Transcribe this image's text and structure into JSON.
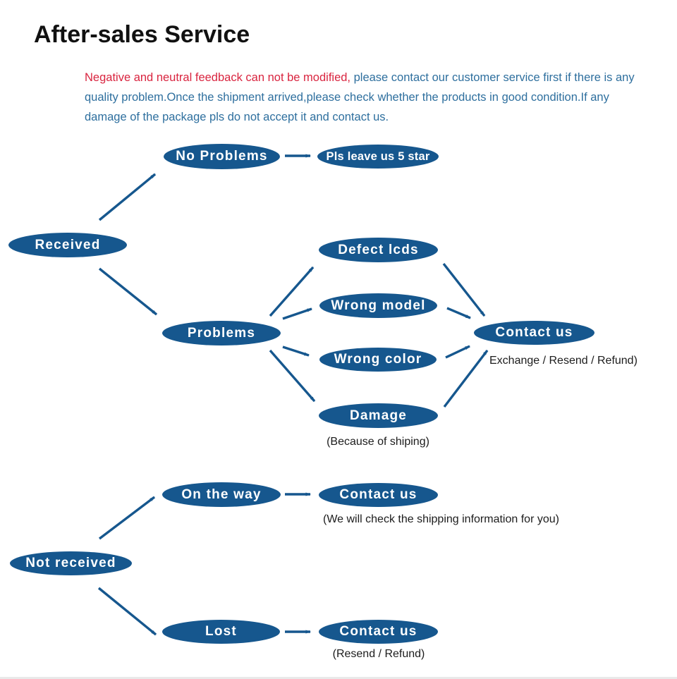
{
  "title": "After-sales Service",
  "notice": {
    "highlight": "Negative and neutral feedback can not be modified,",
    "rest": " please contact our customer service first if there is any quality problem.Once the shipment arrived,please check whether the products in good condition.If any damage of the package pls do not accept it and contact us."
  },
  "colors": {
    "node_fill": "#16578E",
    "arrow": "#16578E",
    "notice_highlight": "#D9243F",
    "notice_text": "#2E6F9E",
    "node_text": "#FFFFFF"
  },
  "nodes": {
    "received": "Received",
    "no_problems": "No Problems",
    "five_star": "Pls leave us 5 star",
    "problems": "Problems",
    "defect_lcds": "Defect lcds",
    "wrong_model": "Wrong model",
    "wrong_color": "Wrong color",
    "damage": "Damage",
    "contact_us": "Contact us",
    "on_the_way": "On the way",
    "not_received": "Not received",
    "lost": "Lost"
  },
  "captions": {
    "contact_options": "Exchange / Resend / Refund)",
    "damage_reason": "(Because of shiping)",
    "on_the_way_note": "(We will check the shipping information for you)",
    "lost_options": "(Resend / Refund)"
  }
}
